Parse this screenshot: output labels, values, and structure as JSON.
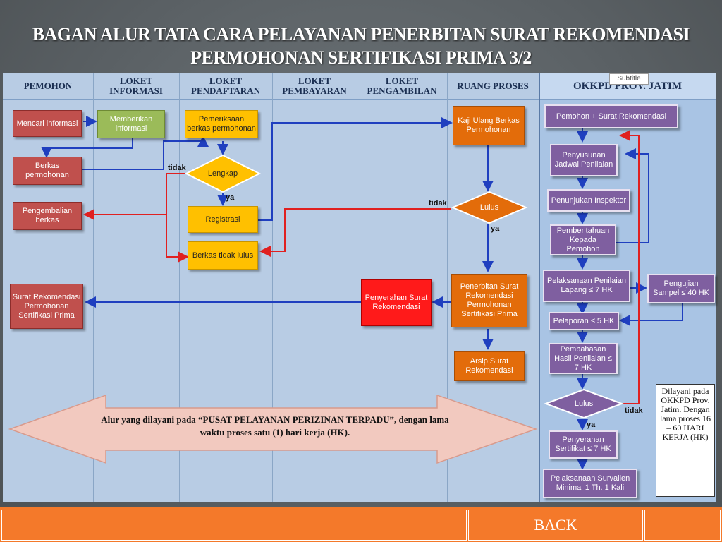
{
  "title": {
    "line1": "BAGAN ALUR TATA CARA PELAYANAN PENERBITAN SURAT REKOMENDASI",
    "line2": "PERMOHONAN SERTIFIKASI PRIMA 3/2"
  },
  "subtitle_tag": "Subtitle",
  "lanes": {
    "pemohon": "PEMOHON",
    "loket_informasi": "LOKET INFORMASI",
    "loket_pendaftaran": "LOKET PENDAFTARAN",
    "loket_pembayaran": "LOKET PEMBAYARAN",
    "loket_pengambilan": "LOKET PENGAMBILAN",
    "ruang_proses": "RUANG PROSES",
    "okkpd": "OKKPD PROV. JATIM"
  },
  "boxes": {
    "mencari_informasi": "Mencari informasi",
    "berkas_permohonan": "Berkas permohonan",
    "pengembalian_berkas": "Pengembalian berkas",
    "surat_rekomendasi": "Surat Rekomendasi Permohonan Sertifikasi Prima",
    "memberikan_informasi": "Memberikan informasi",
    "pemeriksaan_berkas": "Pemeriksaan berkas permohonan",
    "lengkap": "Lengkap",
    "registrasi": "Registrasi",
    "berkas_tidak_lulus": "Berkas tidak lulus",
    "penyerahan_surat": "Penyerahan Surat Rekomendasi",
    "kaji_ulang": "Kaji Ulang Berkas Permohonan",
    "lulus_rp": "Lulus",
    "penerbitan_surat": "Penerbitan Surat Rekomendasi Permohonan Sertifikasi Prima",
    "arsip_surat": "Arsip Surat Rekomendasi",
    "pemohon_surat": "Pemohon + Surat Rekomendasi",
    "penyusunan_jadwal": "Penyusunan Jadwal Penilaian",
    "penunjukan_inspektor": "Penunjukan Inspektor",
    "pemberitahuan": "Pemberitahuan Kepada Pemohon",
    "pelaksanaan_penilaian": "Pelaksanaan Penilaian Lapang ≤ 7 HK",
    "pengujian_sampel": "Pengujian Sampel ≤ 40 HK",
    "pelaporan": "Pelaporan ≤ 5 HK",
    "pembahasan": "Pembahasan Hasil Penilaian ≤ 7 HK",
    "lulus_ok": "Lulus",
    "penyerahan_sertifikat": "Penyerahan Sertifikat ≤ 7 HK",
    "pelaksanaan_surveilen": "Pelaksanaan Survailen Minimal 1 Th. 1 Kali"
  },
  "labels": {
    "tidak": "tidak",
    "ya": "ya"
  },
  "big_arrow_text": {
    "line1": "Alur yang dilayani pada “PUSAT PELAYANAN PERIZINAN TERPADU”, dengan lama",
    "line2": "waktu proses satu (1) hari kerja (HK)."
  },
  "note": "Dilayani pada OKKPD Prov. Jatim. Dengan lama proses 16 – 60 HARI KERJA (HK)",
  "footer": {
    "back_label": "BACK"
  },
  "colors": {
    "red": "#c0504d",
    "green": "#9bbb59",
    "yellow": "#ffc000",
    "orange": "#e36c0a",
    "purple": "#7f5fa0",
    "footer": "#f4792a",
    "arrow_blue": "#1f3fbf",
    "arrow_red": "#e02020"
  }
}
